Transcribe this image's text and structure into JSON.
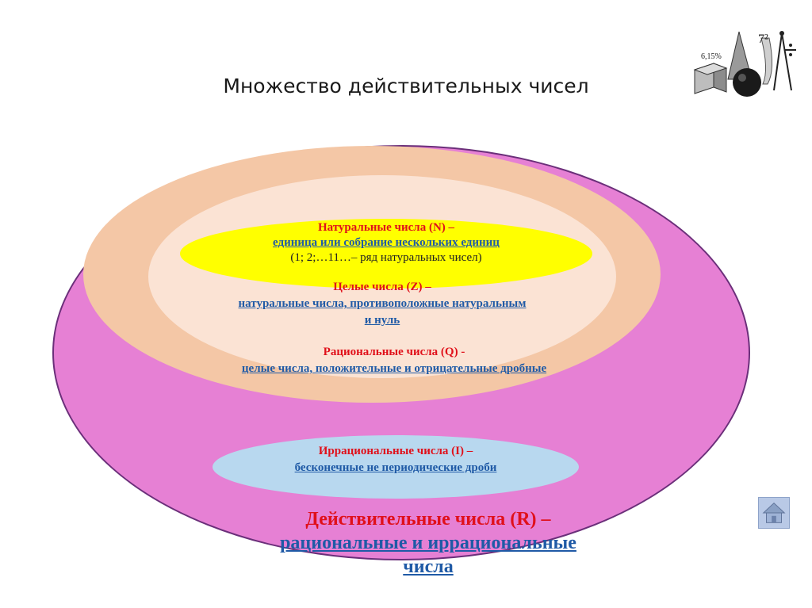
{
  "title": "Множество действительных чисел",
  "diagram": {
    "natural": {
      "heading": "Натуральные числа (N) –",
      "definition": "единица или собрание нескольких единиц",
      "example": "(1; 2;…11…– ряд натуральных чисел)"
    },
    "integer": {
      "heading": "Целые числа (Z) –",
      "definition_line1": "натуральные числа, противоположные натуральным",
      "definition_line2": "и нуль"
    },
    "rational": {
      "heading": "Рациональные числа (Q) -",
      "definition": "целые числа, положительные и отрицательные дробные"
    },
    "irrational": {
      "heading": "Иррациональные числа (I) –",
      "definition": "бесконечные не периодические дроби"
    },
    "real": {
      "heading": "Действительные числа (R) –",
      "definition_line1": "рациональные и иррациональные",
      "definition_line2": "числа"
    }
  },
  "logo": {
    "text_percent": "6,15%",
    "text_power": "7²"
  },
  "colors": {
    "real": "#e680d4",
    "rational": "#f4c7a6",
    "integer": "#fbe3d4",
    "natural": "#ffff00",
    "irrational": "#b8d8ef",
    "heading_red": "#e0101a",
    "link_blue": "#1f5aa6"
  },
  "icons": {
    "home": "home-icon",
    "logo": "math-shapes-logo"
  }
}
